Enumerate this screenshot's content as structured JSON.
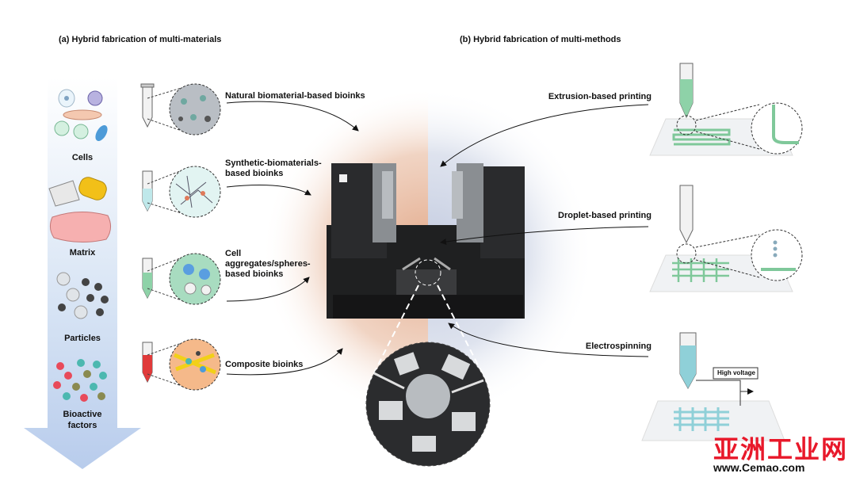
{
  "sections": {
    "left_title": "(a) Hybrid fabrication of multi-materials",
    "right_title": "(b) Hybrid fabrication of multi-methods"
  },
  "arrow_labels": {
    "cells": "Cells",
    "matrix": "Matrix",
    "particles": "Particles",
    "bioactive": "Bioactive\nfactors"
  },
  "bioinks": [
    {
      "label": "Natural biomaterial-based bioinks",
      "color": "#b9bec4"
    },
    {
      "label": "Synthetic-biomaterials-\nbased bioinks",
      "color": "#d8f0ee"
    },
    {
      "label": "Cell\naggregates/spheres-\nbased bioinks",
      "color": "#a8dcc0"
    },
    {
      "label": "Composite bioinks",
      "color": "#f5b98a"
    }
  ],
  "methods": [
    {
      "label": "Extrusion-based printing"
    },
    {
      "label": "Droplet-based printing"
    },
    {
      "label": "Electrospinning"
    }
  ],
  "high_voltage": "High voltage",
  "watermark": {
    "title": "亚洲工业网",
    "url": "www.Cemao.com"
  },
  "colors": {
    "accent_left": "#e9c0a8",
    "accent_right": "#c8d0e2",
    "red": "#e8182a"
  }
}
